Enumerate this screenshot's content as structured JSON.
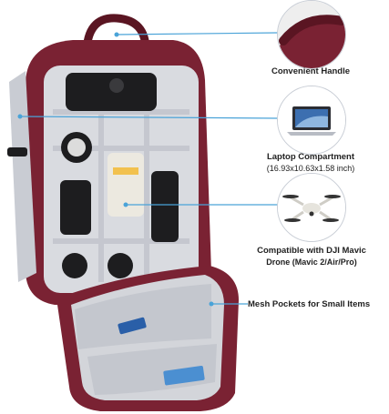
{
  "features": {
    "handle": {
      "title": "Convenient Handle"
    },
    "laptop": {
      "title": "Laptop Compartment",
      "dimensions": "(16.93x10.63x1.58 inch)"
    },
    "drone": {
      "title": "Compatible with DJI Mavic",
      "subtitle": "Drone (Mavic 2/Air/Pro)"
    },
    "pockets": {
      "title": "Mesh Pockets for Small Items"
    }
  },
  "colors": {
    "bag_wine": "#7a2233",
    "bag_dark": "#5a1522",
    "divider_grey": "#c5c7cf",
    "callout_line": "#4aa3d8",
    "lining": "#d9dbe0"
  }
}
